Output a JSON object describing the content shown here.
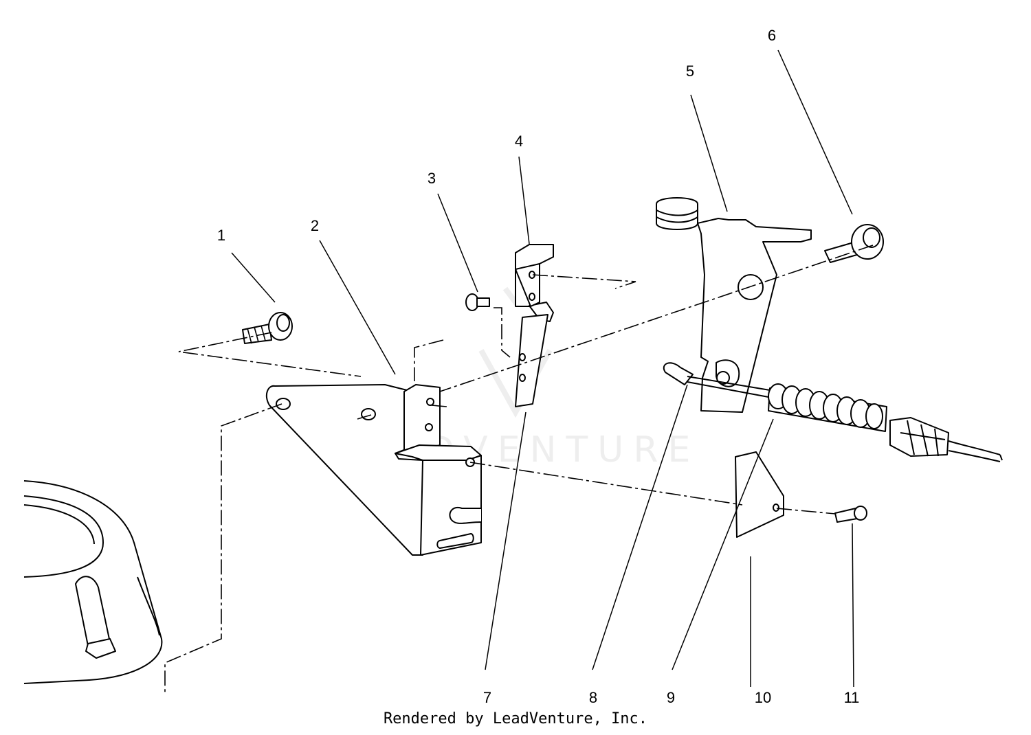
{
  "callouts": [
    {
      "id": "1",
      "label": "1"
    },
    {
      "id": "2",
      "label": "2"
    },
    {
      "id": "3",
      "label": "3"
    },
    {
      "id": "4",
      "label": "4"
    },
    {
      "id": "5",
      "label": "5"
    },
    {
      "id": "6",
      "label": "6"
    },
    {
      "id": "7",
      "label": "7"
    },
    {
      "id": "8",
      "label": "8"
    },
    {
      "id": "9",
      "label": "9"
    },
    {
      "id": "10",
      "label": "10"
    },
    {
      "id": "11",
      "label": "11"
    }
  ],
  "watermark": "LEADVENTURE",
  "footer": {
    "credit": "Rendered by LeadVenture, Inc."
  }
}
